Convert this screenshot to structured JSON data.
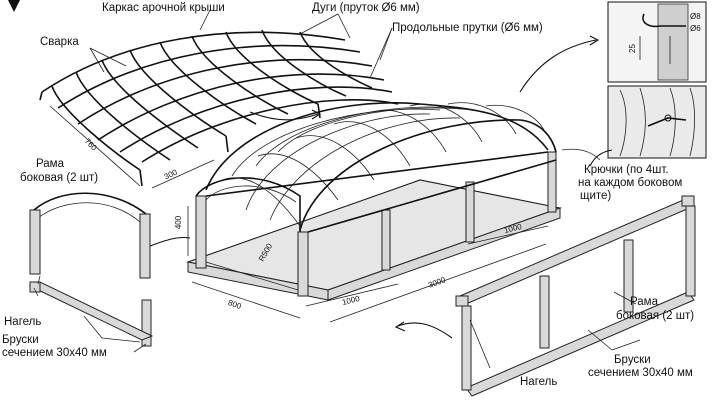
{
  "labels": {
    "frame_arch_roof": "Каркас арочной крыши",
    "arcs": "Дуги (пруток Ø6 мм)",
    "long_rods": "Продольные прутки (Ø6 мм)",
    "welding": "Сварка",
    "side_frame_left_1": "Рама",
    "side_frame_left_2": "боковая (2 шт)",
    "dowel_left": "Нагель",
    "bars_left_1": "Бруски",
    "bars_left_2": "сечением 30х40 мм",
    "hooks_1": "Крючки (по 4шт.",
    "hooks_2": "на каждом боковом",
    "hooks_3": "щите)",
    "side_frame_right_1": "Рама",
    "side_frame_right_2": "боковая (2 шт)",
    "bars_right_1": "Бруски",
    "bars_right_2": "сечением 30х40 мм",
    "dowel_right": "Нагель"
  },
  "dimensions": {
    "d760": "760",
    "d300": "300",
    "d400": "400",
    "d800": "800",
    "r500": "R500",
    "d1000_top": "1000",
    "d3000": "3000",
    "d1000_bottom": "1000",
    "detail_d8": "Ø8",
    "detail_d6": "Ø6",
    "detail_25": "25"
  }
}
